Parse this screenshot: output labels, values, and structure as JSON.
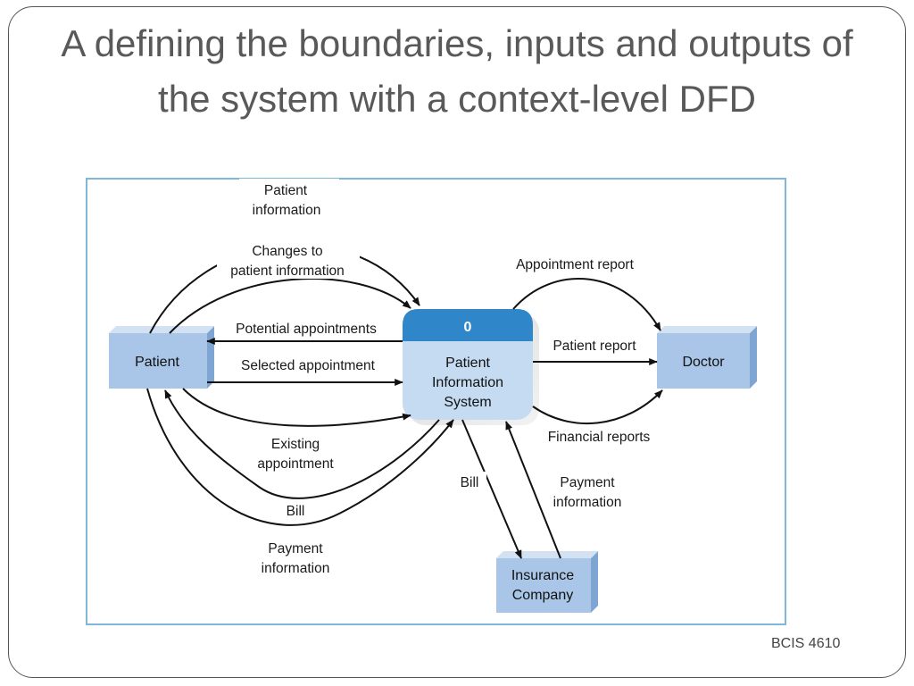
{
  "slide": {
    "title": "A defining the boundaries, inputs and outputs  of the system with a context-level DFD",
    "footer": "BCIS 4610"
  },
  "diagram": {
    "process": {
      "id": "0",
      "name_lines": [
        "Patient",
        "Information",
        "System"
      ]
    },
    "entities": {
      "patient": [
        "Patient"
      ],
      "doctor": [
        "Doctor"
      ],
      "insurance": [
        "Insurance",
        "Company"
      ]
    },
    "flows": {
      "patient_information": [
        "Patient",
        "information"
      ],
      "changes_to_patient_information": [
        "Changes to",
        "patient information"
      ],
      "potential_appointments": [
        "Potential appointments"
      ],
      "selected_appointment": [
        "Selected appointment"
      ],
      "existing_appointment": [
        "Existing",
        "appointment"
      ],
      "bill_patient": [
        "Bill"
      ],
      "payment_information_patient": [
        "Payment",
        "information"
      ],
      "appointment_report": [
        "Appointment report"
      ],
      "patient_report": [
        "Patient report"
      ],
      "financial_reports": [
        "Financial reports"
      ],
      "bill_insurance": [
        "Bill"
      ],
      "payment_information_insurance": [
        "Payment",
        "information"
      ]
    },
    "colors": {
      "entity_fill": "#a9c6e8",
      "entity_side": "#7fa6d3",
      "process_header": "#2f86c8",
      "process_body": "#c5dbf1",
      "diagram_border": "#7fb8d6"
    }
  }
}
